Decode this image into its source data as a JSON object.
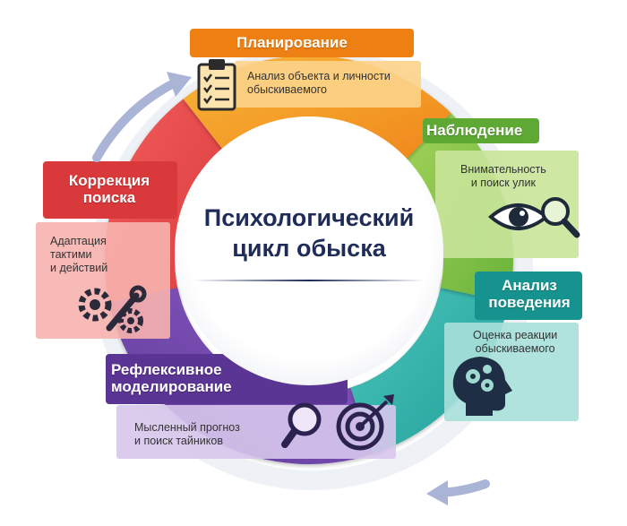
{
  "center": {
    "line1": "Психологический",
    "line2": "цикл обыска"
  },
  "stages": {
    "planning": {
      "title": "Планирование",
      "desc1": "Анализ объекта и личности",
      "desc2": "обыскиваемого",
      "color": "#f39a1d",
      "icon": "clipboard-checklist-icon"
    },
    "observation": {
      "title": "Наблюдение",
      "desc1": "Внимательность",
      "desc2": "и поиск улик",
      "color": "#8cc63f",
      "icon": "eye-magnifier-icon"
    },
    "behavior": {
      "title1": "Анализ",
      "title2": "поведения",
      "desc1": "Оценка реакции",
      "desc2": "обыскиваемого",
      "color": "#2cb7ab",
      "icon": "head-gears-icon"
    },
    "reflexive": {
      "title1": "Рефлексивное",
      "title2": "моделирование",
      "desc1": "Мысленный прогноз",
      "desc2": "и поиск тайников",
      "color": "#7b4fb0",
      "icon": "magnifier-target-icon"
    },
    "correction": {
      "title1": "Коррекция",
      "title2": "поиска",
      "desc1": "Адаптация",
      "desc2": "тактими",
      "desc3": "и действий",
      "color": "#ea4a4a",
      "icon": "gears-wrench-icon"
    }
  }
}
